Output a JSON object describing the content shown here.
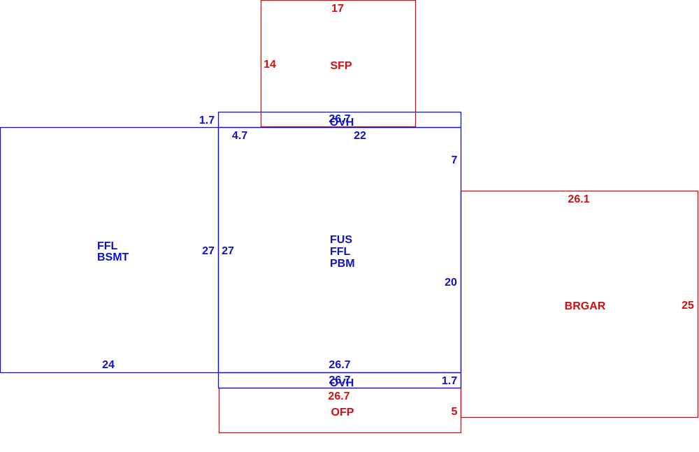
{
  "colors": {
    "blue": "#1010c8",
    "red": "#d01010",
    "background": "#ffffff"
  },
  "areas": {
    "sfp": {
      "label": "SFP",
      "dim_top": "17",
      "dim_left": "14"
    },
    "ovh_top": {
      "label": "OVH",
      "dim_left": "1.7",
      "dim_top": "26.7"
    },
    "main": {
      "label_lines": [
        "FUS",
        "FFL",
        "PBM"
      ],
      "dim_left": "27",
      "dim_top_left": "4.7",
      "dim_top_right": "22",
      "dim_right_upper": "7",
      "dim_right": "20",
      "dim_bottom": "26.7"
    },
    "bsmt": {
      "label_lines": [
        "FFL",
        "BSMT"
      ],
      "dim_right": "27",
      "dim_bottom": "24"
    },
    "ovh_bottom": {
      "label": "OVH",
      "dim_top": "26.7",
      "dim_right": "1.7"
    },
    "ofp": {
      "label": "OFP",
      "dim_top": "26.7",
      "dim_right": "5"
    },
    "brgar": {
      "label": "BRGAR",
      "dim_top": "26.1",
      "dim_right": "25"
    }
  }
}
